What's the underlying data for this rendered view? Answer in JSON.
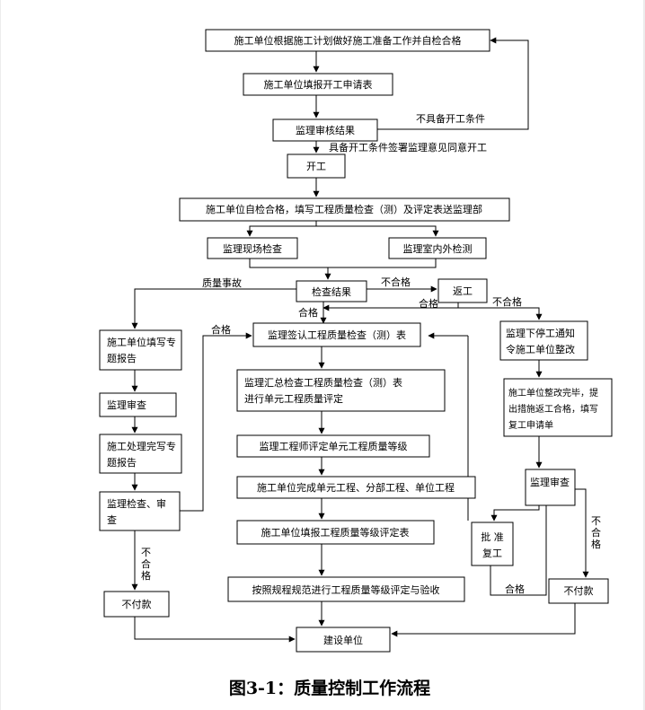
{
  "diagram": {
    "caption": "图3-1：质量控制工作流程",
    "nodes": {
      "n1": "施工单位根据施工计划做好施工准备工作并自检合格",
      "n2": "施工单位填报开工申请表",
      "n3": "监理审核结果",
      "n4": "开工",
      "n5": "施工单位自检合格，填写工程质量检查（测）及评定表送监理部",
      "n6": "监理现场检查",
      "n7": "监理室内外检测",
      "n8": "检查结果",
      "n9": "返工",
      "n10_l1": "施工单位填写专",
      "n10_l2": "题报告",
      "n11": "监理审查",
      "n12_l1": "施工处理完写专",
      "n12_l2": "题报告",
      "n13_l1": "监理检查、审",
      "n13_l2": "查",
      "n14": "不付款",
      "n15": "监理签认工程质量检查（测）表",
      "n16_l1": "监理汇总检查工程质量检查（测）表",
      "n16_l2": "进行单元工程质量评定",
      "n17": "监理工程师评定单元工程质量等级",
      "n18": "施工单位完成单元工程、分部工程、单位工程",
      "n19": "施工单位填报工程质量等级评定表",
      "n20": "按照规程规范进行工程质量等级评定与验收",
      "n21": "建设单位",
      "n22_l1": "监理下停工通知",
      "n22_l2": "令施工单位整改",
      "n23_l1": "施工单位整改完毕，提",
      "n23_l2": "出措施返工合格，填写",
      "n23_l3": "复工申请单",
      "n24": "监理审查",
      "n25": "不付款",
      "n26_l1": "批 准",
      "n26_l2": "复工"
    },
    "labels": {
      "not_ready": "不具备开工条件",
      "ready": "具备开工条件签署监理意见同意开工",
      "accident": "质量事故",
      "fail1": "不合格",
      "fail2": "不合格",
      "pass1": "合格",
      "pass2": "合格",
      "pass3": "合格",
      "pass4": "合格",
      "fail_v1": "不",
      "fail_v2": "合",
      "fail_v3": "格",
      "fail_r1": "不",
      "fail_r2": "合",
      "fail_r3": "格"
    }
  }
}
